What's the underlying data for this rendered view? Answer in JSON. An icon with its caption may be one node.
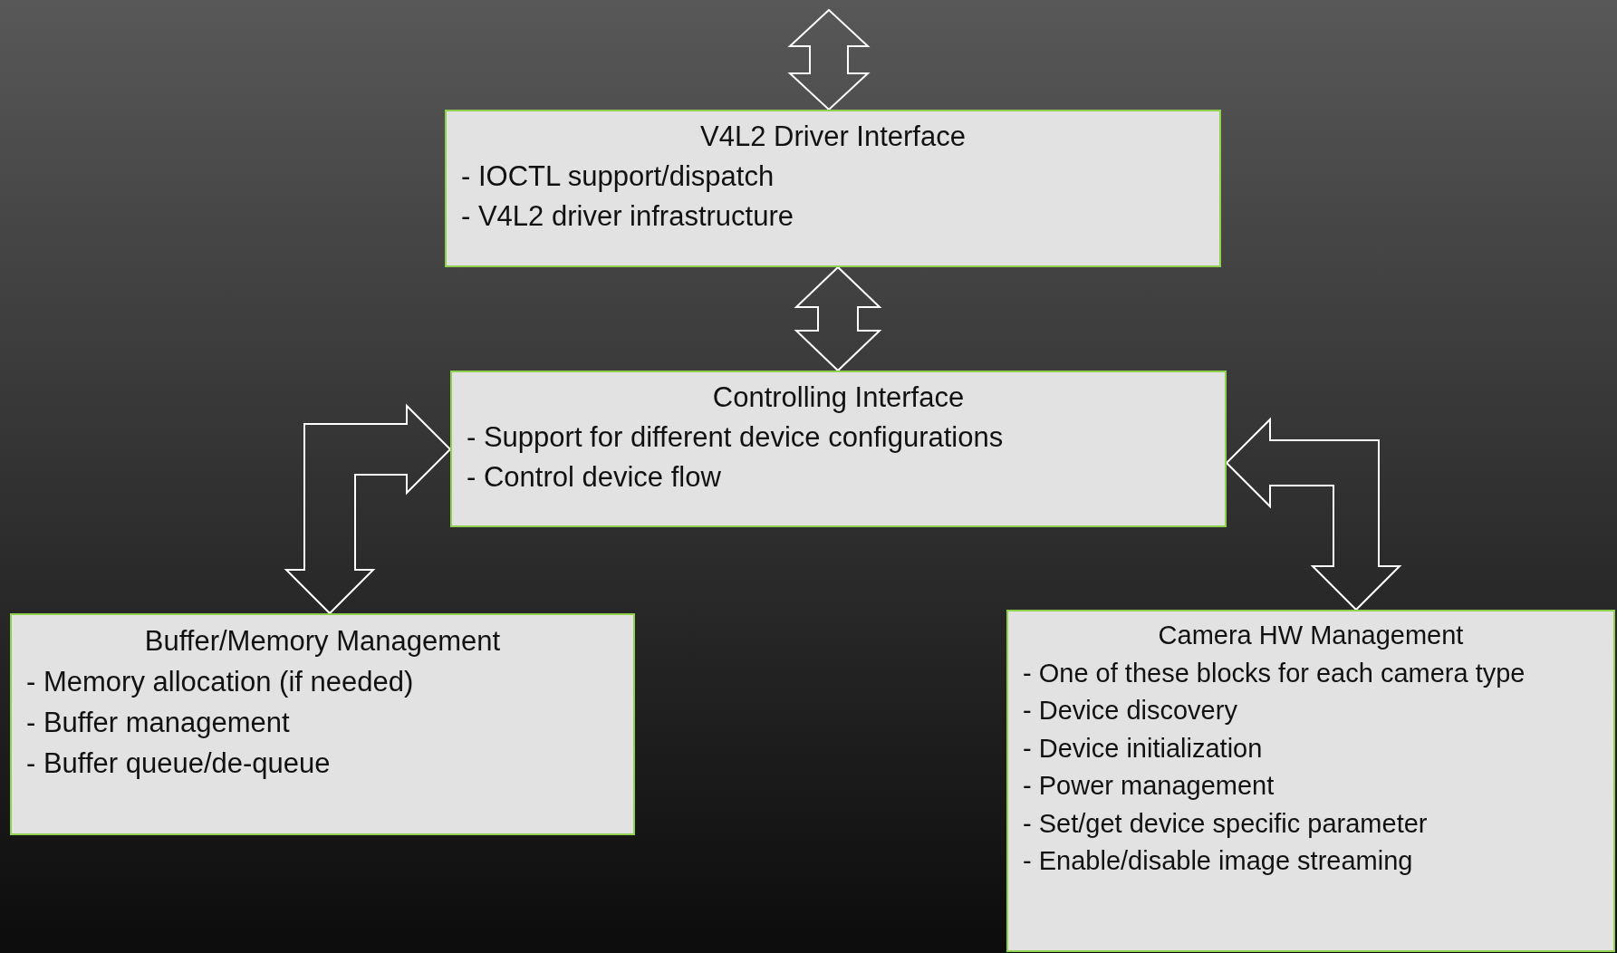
{
  "diagram": {
    "nodes": [
      {
        "text": [
          "V4L2 Driver Interface",
          "- IOCTL support/dispatch",
          "- V4L2 driver infrastructure"
        ]
      },
      {
        "text": [
          "Controlling Interface",
          "- Support for different device configurations",
          "- Control device flow"
        ]
      },
      {
        "text": [
          "Buffer/Memory Management",
          "- Memory allocation (if needed)",
          "- Buffer management",
          "- Buffer queue/de-queue"
        ]
      },
      {
        "text": [
          "Camera HW Management",
          "- One of these blocks for each camera type",
          "- Device discovery",
          "- Device initialization",
          "- Power management",
          "- Set/get device specific parameter",
          "- Enable/disable image streaming"
        ]
      }
    ],
    "edges": [
      {
        "from": null,
        "to": 0,
        "arrow": "both"
      },
      {
        "from": 0,
        "to": 1,
        "arrow": "both"
      },
      {
        "from": 1,
        "to": 2,
        "arrow": "both"
      },
      {
        "from": 1,
        "to": 3,
        "arrow": "both"
      }
    ]
  }
}
